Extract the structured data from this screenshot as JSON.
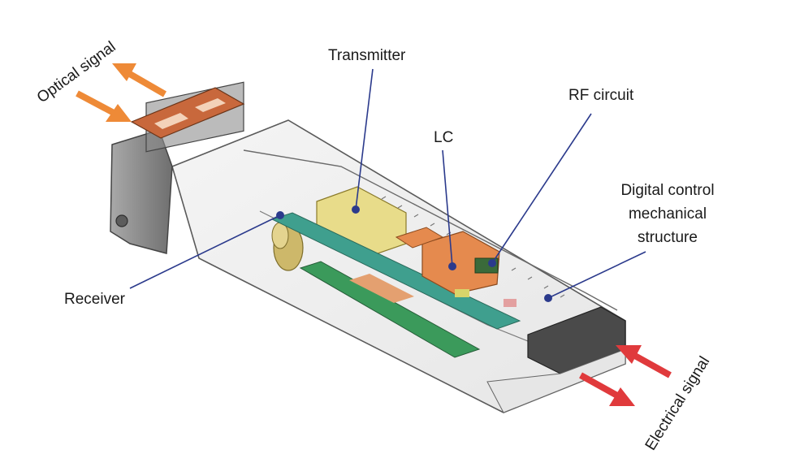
{
  "labels": {
    "optical": "Optical signal",
    "transmitter": "Transmitter",
    "rf": "RF circuit",
    "lc": "LC",
    "digital": [
      "Digital control",
      "mechanical",
      "structure"
    ],
    "receiver": "Receiver",
    "electrical": "Electrical signal"
  },
  "colors": {
    "optical_arrow": "#ee8a37",
    "electrical_arrow": "#e03a3c",
    "leader_line": "#2b3a8c",
    "leader_dot": "#2b3a8c",
    "housing_outline": "#5a5a5a",
    "transmitter_block": "#e8dc8a",
    "lc_block": "#e58a4e",
    "pcb_green": "#3b9a5b",
    "latch_orange": "#c8683c",
    "receiver_gold": "#cdb86a"
  }
}
